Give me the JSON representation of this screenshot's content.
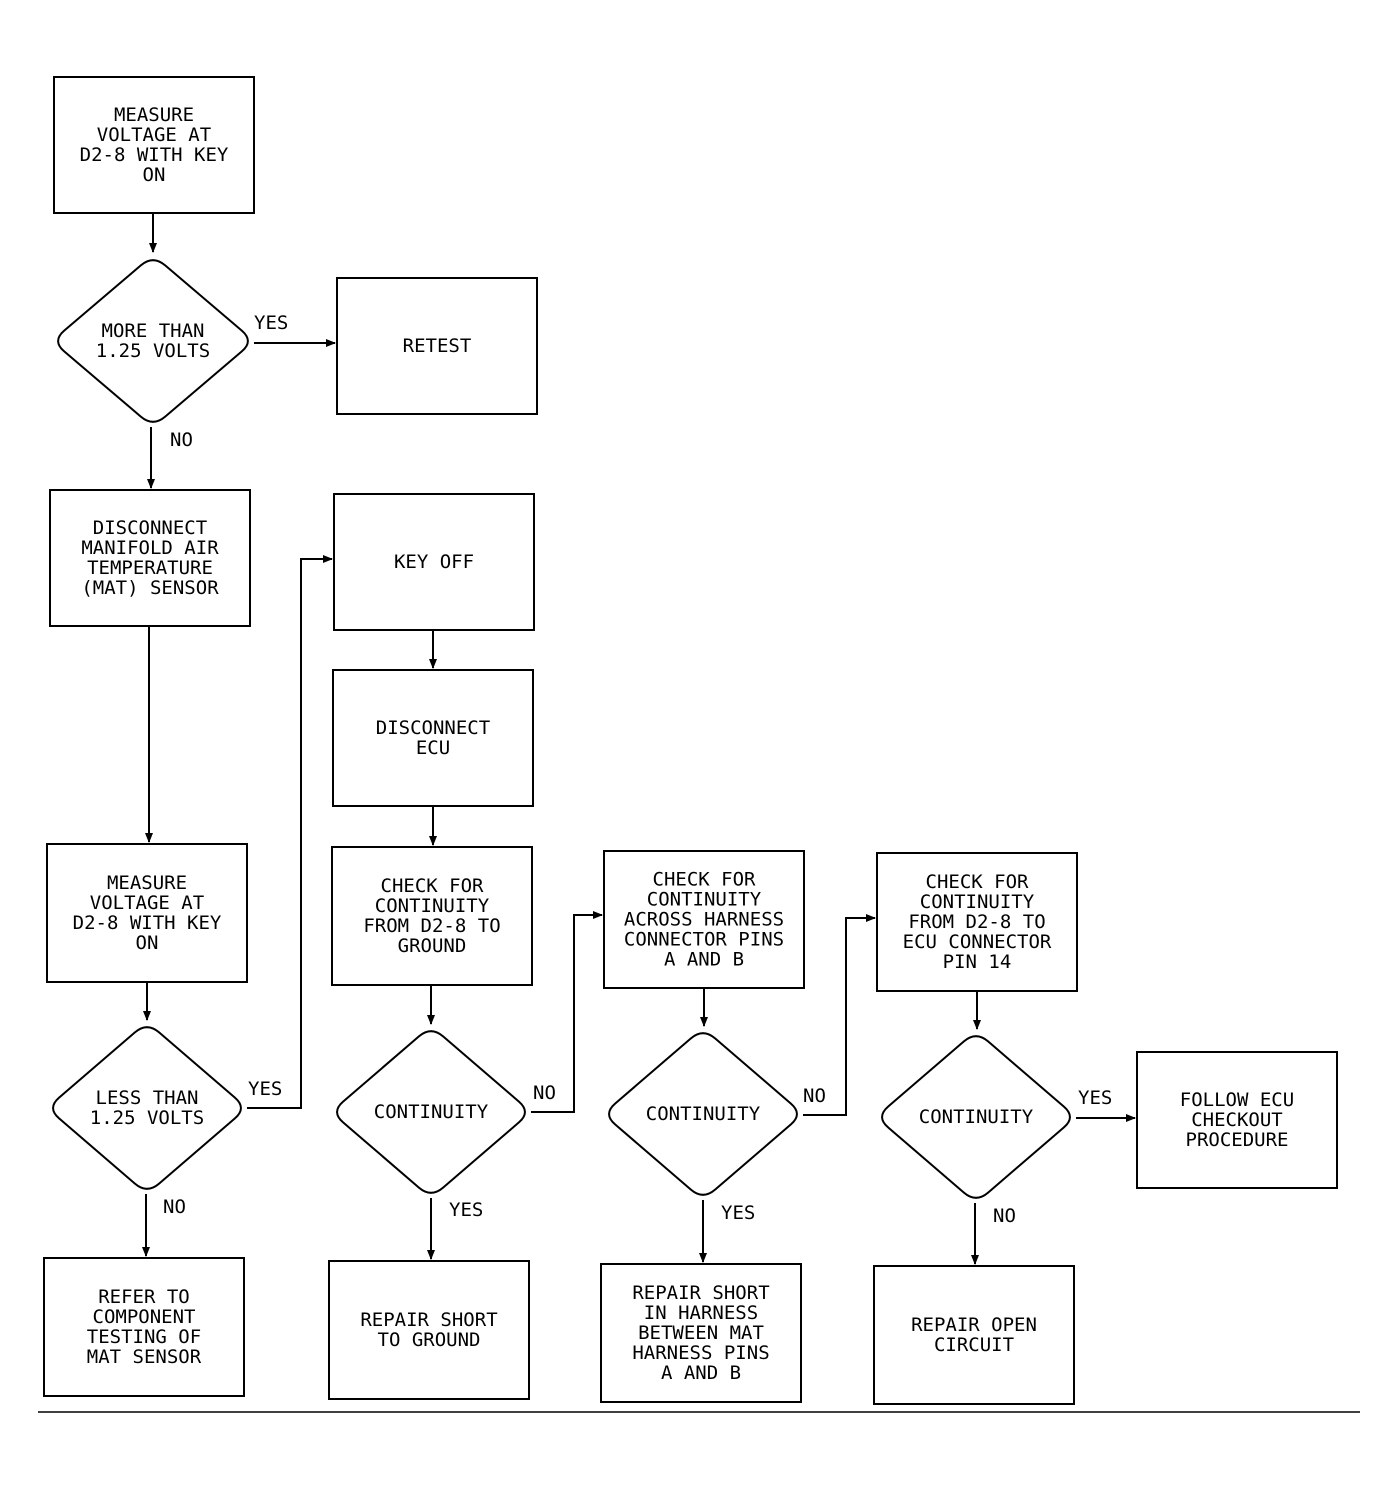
{
  "flowchart": {
    "nodes": {
      "measure1": [
        "MEASURE",
        "VOLTAGE AT",
        "D2-8 WITH KEY",
        "ON"
      ],
      "decision1": [
        "MORE THAN",
        "1.25 VOLTS"
      ],
      "retest": [
        "RETEST"
      ],
      "disconnect_mat": [
        "DISCONNECT",
        "MANIFOLD AIR",
        "TEMPERATURE",
        "(MAT) SENSOR"
      ],
      "measure2": [
        "MEASURE",
        "VOLTAGE AT",
        "D2-8 WITH KEY",
        "ON"
      ],
      "decision2": [
        "LESS THAN",
        "1.25 VOLTS"
      ],
      "refer": [
        "REFER TO",
        "COMPONENT",
        "TESTING OF",
        "MAT SENSOR"
      ],
      "key_off": [
        "KEY OFF"
      ],
      "disconnect_ecu": [
        "DISCONNECT",
        "ECU"
      ],
      "check_ground": [
        "CHECK FOR",
        "CONTINUITY",
        "FROM D2-8 TO",
        "GROUND"
      ],
      "decision3": [
        "CONTINUITY"
      ],
      "repair_short_ground": [
        "REPAIR SHORT",
        "TO GROUND"
      ],
      "check_harness": [
        "CHECK FOR",
        "CONTINUITY",
        "ACROSS HARNESS",
        "CONNECTOR PINS",
        "A AND B"
      ],
      "decision4": [
        "CONTINUITY"
      ],
      "repair_short_harness": [
        "REPAIR SHORT",
        "IN HARNESS",
        "BETWEEN MAT",
        "HARNESS PINS",
        "A AND B"
      ],
      "check_ecu_pin": [
        "CHECK FOR",
        "CONTINUITY",
        "FROM D2-8 TO",
        "ECU CONNECTOR",
        "PIN 14"
      ],
      "decision5": [
        "CONTINUITY"
      ],
      "follow_ecu": [
        "FOLLOW ECU",
        "CHECKOUT",
        "PROCEDURE"
      ],
      "repair_open": [
        "REPAIR OPEN",
        "CIRCUIT"
      ]
    },
    "edge_labels": {
      "d1_yes": "YES",
      "d1_no": "NO",
      "d2_yes": "YES",
      "d2_no": "NO",
      "d3_no": "NO",
      "d3_yes": "YES",
      "d4_no": "NO",
      "d4_yes": "YES",
      "d5_yes": "YES",
      "d5_no": "NO"
    }
  }
}
